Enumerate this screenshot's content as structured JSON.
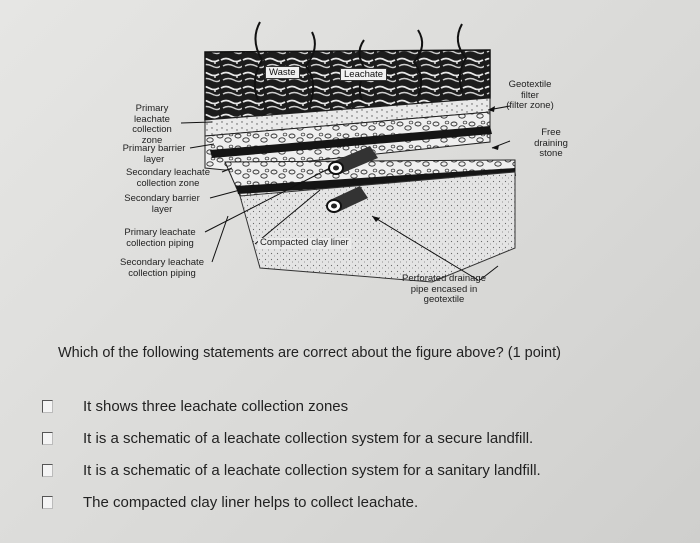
{
  "diagram": {
    "tags": {
      "waste": "Waste",
      "leachate": "Leachate"
    },
    "left_labels": {
      "primary_zone": [
        "Primary",
        "leachate",
        "collection zone"
      ],
      "primary_barrier": [
        "Primary barrier",
        "layer"
      ],
      "secondary_zone": [
        "Secondary leachate",
        "collection zone"
      ],
      "secondary_barrier": [
        "Secondary barrier",
        "layer"
      ],
      "primary_piping": [
        "Primary leachate",
        "collection piping"
      ],
      "secondary_piping": [
        "Secondary leachate",
        "collection piping"
      ]
    },
    "right_labels": {
      "geotextile": [
        "Geotextile",
        "filter",
        "(filter zone)"
      ],
      "free_draining": [
        "Free",
        "draining",
        "stone"
      ]
    },
    "clay_label": "Compacted clay liner",
    "pipe_label": [
      "Perforated drainage",
      "pipe encased in",
      "geotextile"
    ]
  },
  "question": "Which of the following statements are correct about the figure above? (1 point)",
  "options": [
    "It shows three leachate collection zones",
    "It is a schematic of a leachate collection system for a secure landfill.",
    "It is a schematic of a leachate collection system for a sanitary landfill.",
    "The compacted clay liner helps to collect leachate."
  ]
}
